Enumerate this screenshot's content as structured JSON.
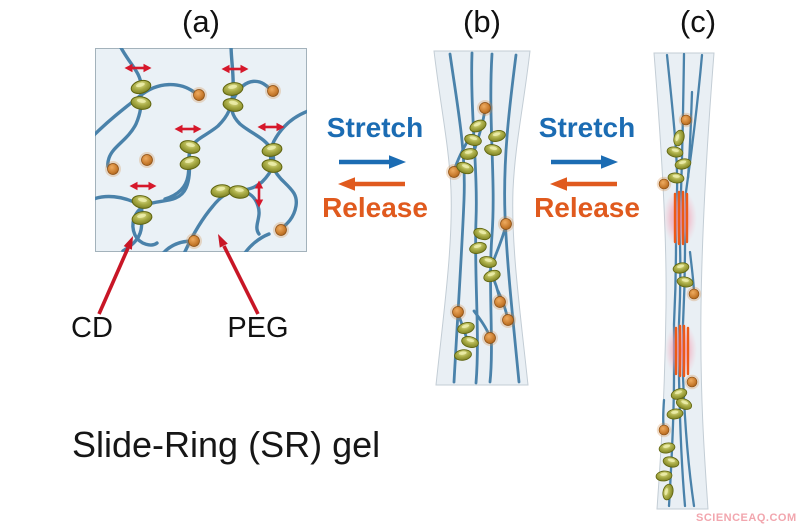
{
  "figure": {
    "panel_a_label": "(a)",
    "panel_b_label": "(b)",
    "panel_c_label": "(c)",
    "cd_label": "CD",
    "peg_label": "PEG",
    "stretch_label": "Stretch",
    "release_label": "Release",
    "caption": "Slide-Ring (SR) gel",
    "watermark": "SCIENCEAQ.COM"
  },
  "colors": {
    "stretch_blue": "#1b6cb3",
    "release_orange": "#e05a1e",
    "chain_blue": "#4a82aa",
    "ring_olive": "#a8ab44",
    "chain_end_orange": "#c97c2e",
    "slide_arrow_red": "#d6182b",
    "pointer_red": "#c81626",
    "stress_pink": "#f5a0b0",
    "panel_fill": "#e9eff4"
  }
}
